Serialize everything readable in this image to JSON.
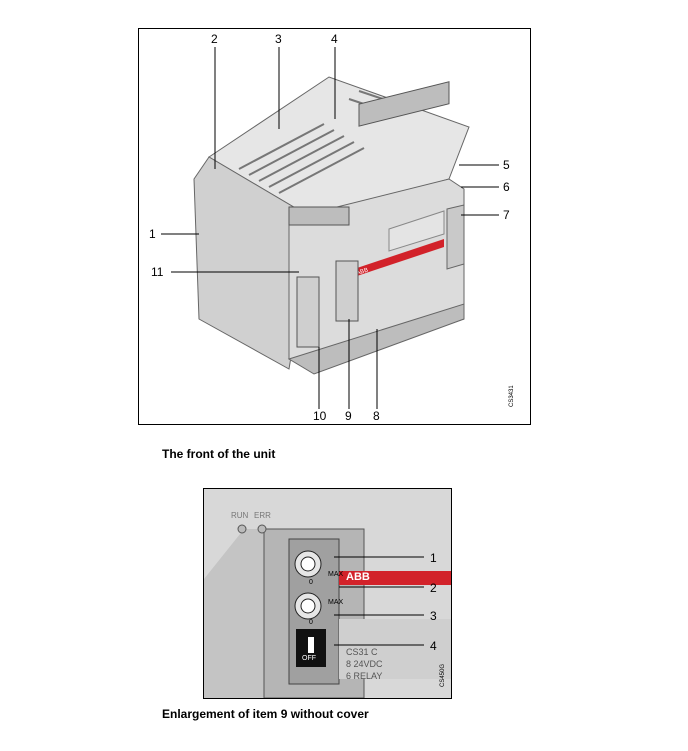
{
  "figure1": {
    "callouts": [
      "1",
      "2",
      "3",
      "4",
      "5",
      "6",
      "7",
      "8",
      "9",
      "10",
      "11"
    ],
    "code": "CS3431",
    "caption": "The front of the unit"
  },
  "figure2": {
    "leds": [
      "RUN",
      "ERR"
    ],
    "knob_max_label": "MAX",
    "knob_zero_label": "0",
    "switch_label": "OFF",
    "brand": "ABB",
    "side_texts": [
      "CS31 C",
      "8 24VDC",
      "6 RELAY"
    ],
    "callouts": [
      "1",
      "2",
      "3",
      "4"
    ],
    "code": "CS450G",
    "caption": "Enlargement of item 9 without cover"
  },
  "colors": {
    "brand_red": "#d2222a",
    "device_gray": "#dcdcdc",
    "shadow_gray": "#b7b7b7"
  }
}
